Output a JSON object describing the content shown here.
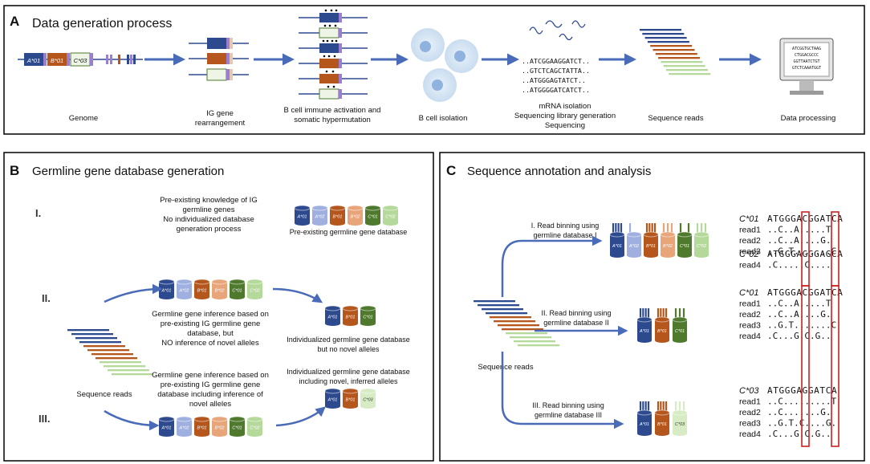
{
  "panel_a": {
    "letter": "A",
    "title": "Data generation process",
    "genome_labels": [
      "A*01",
      "B*01",
      "C*03"
    ],
    "step_labels": {
      "genome": "Genome",
      "rearr1": "IG gene",
      "rearr2": "rearrangement",
      "bcell1": "B cell immune activation and",
      "bcell2": "somatic hypermutation",
      "isolation": "B cell isolation",
      "mrna1": "mRNA isolation",
      "mrna2": "Sequencing library generation",
      "mrna3": "Sequencing",
      "reads": "Sequence reads",
      "processing": "Data processing"
    },
    "mrna_seqs": [
      "..ATCGGAAGGATCT..",
      "..GTCTCAGCTATTA..",
      "..ATGGGAGTATCT..",
      "..ATGGGGATCATCT.."
    ],
    "monitor_lines": [
      "ATCGGTGCTAAG",
      "CTGGACGCCC",
      "GGTTAATCTGT",
      "GTCTCAAATGGT"
    ]
  },
  "panel_b": {
    "letter": "B",
    "title": "Germline gene database generation",
    "roman": [
      "I.",
      "II.",
      "III."
    ],
    "text_I": [
      "Pre-existing knowledge of IG",
      "germline genes",
      "No individualized database",
      "generation process"
    ],
    "caption_I": "Pre-existing germline gene database",
    "text_II": [
      "Germline gene inference based on",
      "pre-existing IG germline gene",
      "database, but",
      "NO inference of novel alleles"
    ],
    "caption_II": [
      "Individualized germline gene database",
      "but no novel alleles"
    ],
    "text_III": [
      "Germline gene inference based on",
      "pre-existing IG germline gene",
      "database including inference of",
      "novel alleles"
    ],
    "caption_III": [
      "Individualized germline gene database",
      "including novel, inferred alleles"
    ],
    "reads_label": "Sequence reads",
    "db_full": [
      "A*01",
      "A*02",
      "B*01",
      "B*02",
      "C*01",
      "C*02"
    ],
    "db_ii": [
      "A*01",
      "B*01",
      "C*01"
    ],
    "db_iii": [
      "A*01",
      "B*01",
      "C*03"
    ]
  },
  "panel_c": {
    "letter": "C",
    "title": "Sequence annotation and analysis",
    "reads_label": "Sequence reads",
    "bin1": [
      "I. Read binning using",
      "germline database I"
    ],
    "bin2": [
      "II. Read binning using",
      "germline database II"
    ],
    "bin3": [
      "III. Read binning using",
      "germline database III"
    ],
    "db_full": [
      "A*01",
      "A*02",
      "B*01",
      "B*02",
      "C*01",
      "C*02"
    ],
    "db_ii": [
      "A*01",
      "B*01",
      "C*01"
    ],
    "db_iii": [
      "A*01",
      "B*01",
      "C*03"
    ],
    "block1": {
      "allele": "C*01",
      "seq": "ATGGGACGGATCA",
      "reads": [
        {
          "name": "read1",
          "seq": "..C..A.....T"
        },
        {
          "name": "read2",
          "seq": "..C..A....G."
        },
        {
          "name": "read3",
          "seq": "..G.T.......C"
        }
      ]
    },
    "block2": {
      "allele": "C*02",
      "seq": "ATGGGAGGGAGCA",
      "reads": [
        {
          "name": "read4",
          "seq": ".C.....C...."
        }
      ]
    },
    "block3": {
      "allele": "C*01",
      "seq": "ATGGGACGGATCA",
      "reads": [
        {
          "name": "read1",
          "seq": "..C..A.....T"
        },
        {
          "name": "read2",
          "seq": "..C..A....G."
        },
        {
          "name": "read3",
          "seq": "..G.T.......C"
        },
        {
          "name": "read4",
          "seq": ".C...G.C.G.."
        }
      ]
    },
    "block4": {
      "allele": "C*03",
      "seq": "ATGGGAGGATCA",
      "reads": [
        {
          "name": "read1",
          "seq": "..C.........T"
        },
        {
          "name": "read2",
          "seq": "..C.......G."
        },
        {
          "name": "read3",
          "seq": "..G.T.C....G."
        },
        {
          "name": "read4",
          "seq": ".C...G.C.G.."
        }
      ]
    }
  },
  "colors": {
    "a": "#2e4a8f",
    "a2": "#9fb0e0",
    "b": "#b5561c",
    "b2": "#e8a57a",
    "c": "#4f7a2e",
    "c2": "#b5d99a",
    "c3": "#d7ecc4",
    "arrow": "#4a6bb8",
    "highlight": "#cc1f1f"
  }
}
